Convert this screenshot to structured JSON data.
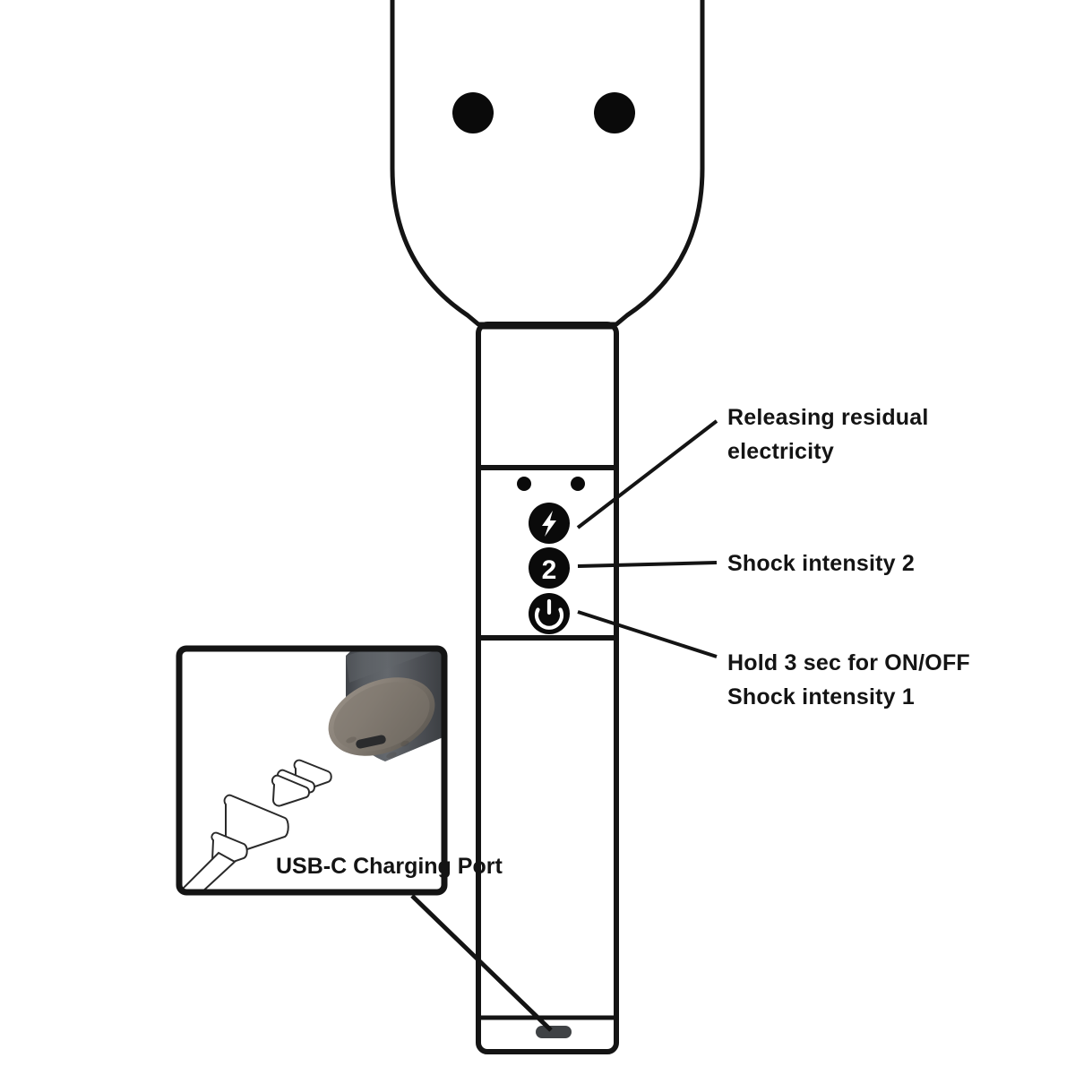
{
  "diagram": {
    "title": "Electric shock wand device diagram",
    "background_color": "#ffffff",
    "line_color": "#141414"
  },
  "device": {
    "name": "shock-wand",
    "head": {
      "name": "paddle-head",
      "electrodes": [
        {
          "name": "electrode-left"
        },
        {
          "name": "electrode-right"
        }
      ]
    },
    "handle": {
      "name": "handle-body",
      "indicator_leds": [
        {
          "name": "led-indicator-left"
        },
        {
          "name": "led-indicator-right"
        }
      ],
      "buttons": [
        {
          "id": "discharge",
          "icon": "lightning-bolt-icon",
          "glyph": ""
        },
        {
          "id": "intensity",
          "icon": "number-2-icon",
          "glyph": "2"
        },
        {
          "id": "power",
          "icon": "power-icon",
          "glyph": ""
        }
      ]
    },
    "bottom": {
      "name": "charging-port",
      "port_color": "#3f4245"
    }
  },
  "callouts": [
    {
      "id": "discharge-callout",
      "lines": [
        "Releasing residual",
        "electricity"
      ]
    },
    {
      "id": "intensity-callout",
      "lines": [
        "Shock intensity 2"
      ]
    },
    {
      "id": "power-callout",
      "lines": [
        "Hold 3 sec for ON/OFF",
        "Shock intensity 1"
      ]
    }
  ],
  "inset": {
    "name": "usb-c-inset-panel",
    "label": "USB-C Charging Port",
    "photo": {
      "body_color": "#4a4d52",
      "body_color_light": "#5e6166",
      "end_face_color": "#8b8379",
      "slot_color": "#2a2b2d"
    },
    "cable": {
      "name": "usb-c-cable-drawing",
      "stroke_color": "#2a2a2a"
    }
  }
}
